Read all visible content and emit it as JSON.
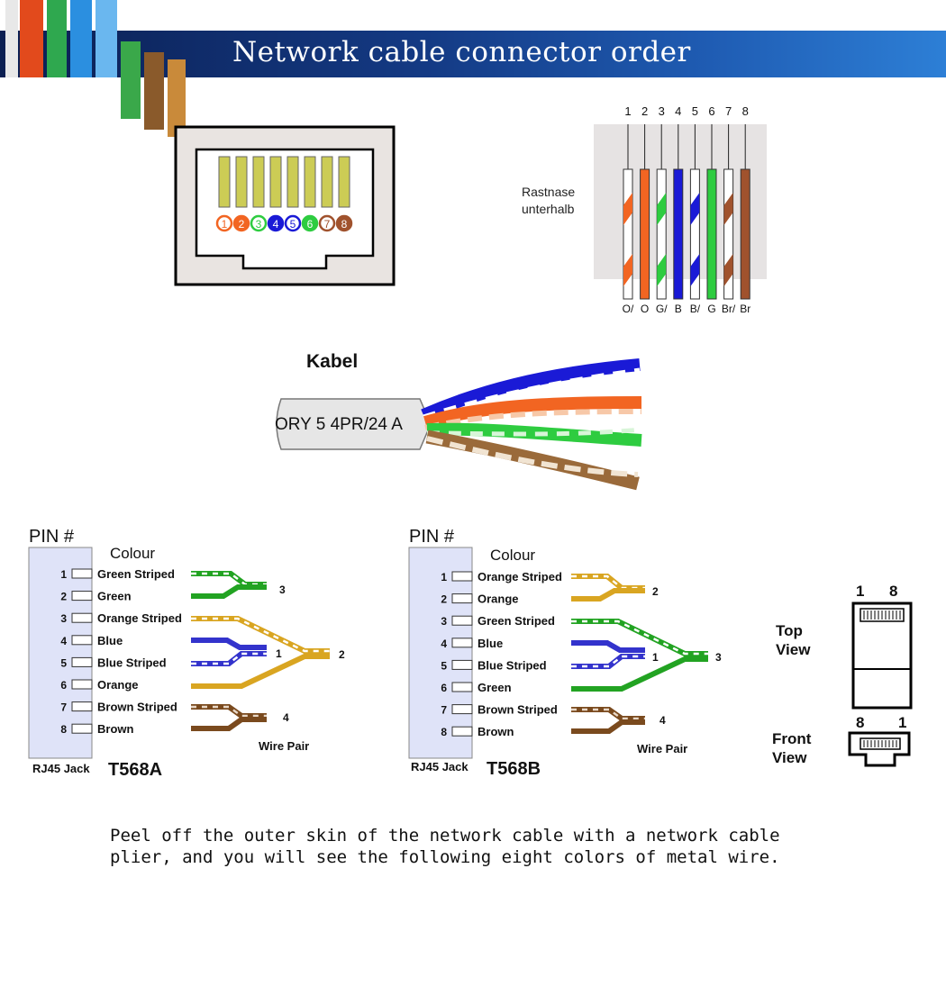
{
  "header": {
    "title": "Network cable connector order"
  },
  "jack_front": {
    "pins": [
      "1",
      "2",
      "3",
      "4",
      "5",
      "6",
      "7",
      "8"
    ]
  },
  "rastnase": {
    "numbers": [
      "1",
      "2",
      "3",
      "4",
      "5",
      "6",
      "7",
      "8"
    ],
    "label_line1": "Rastnase",
    "label_line2": "unterhalb",
    "wire_codes": [
      "O/",
      "O",
      "G/",
      "B",
      "B/",
      "G",
      "Br/",
      "Br"
    ]
  },
  "cable": {
    "title": "Kabel",
    "print": "ORY 5 4PR/24 A"
  },
  "t568a": {
    "pin_heading": "PIN #",
    "colour_heading": "Colour",
    "pins": [
      {
        "num": "1",
        "label": "Green Striped"
      },
      {
        "num": "2",
        "label": "Green"
      },
      {
        "num": "3",
        "label": "Orange Striped"
      },
      {
        "num": "4",
        "label": "Blue"
      },
      {
        "num": "5",
        "label": "Blue Striped"
      },
      {
        "num": "6",
        "label": "Orange"
      },
      {
        "num": "7",
        "label": "Brown Striped"
      },
      {
        "num": "8",
        "label": "Brown"
      }
    ],
    "pairs": [
      "3",
      "1",
      "2",
      "4"
    ],
    "wire_pair_label": "Wire Pair",
    "jack_label": "RJ45 Jack",
    "standard": "T568A"
  },
  "t568b": {
    "pin_heading": "PIN #",
    "colour_heading": "Colour",
    "pins": [
      {
        "num": "1",
        "label": "Orange Striped"
      },
      {
        "num": "2",
        "label": "Orange"
      },
      {
        "num": "3",
        "label": "Green Striped"
      },
      {
        "num": "4",
        "label": "Blue"
      },
      {
        "num": "5",
        "label": "Blue Striped"
      },
      {
        "num": "6",
        "label": "Green"
      },
      {
        "num": "7",
        "label": "Brown Striped"
      },
      {
        "num": "8",
        "label": "Brown"
      }
    ],
    "pairs": [
      "2",
      "1",
      "3",
      "4"
    ],
    "wire_pair_label": "Wire Pair",
    "jack_label": "RJ45 Jack",
    "standard": "T568B"
  },
  "plug_views": {
    "top_pin_left": "1",
    "top_pin_right": "8",
    "top_label_1": "Top",
    "top_label_2": "View",
    "front_pin_left": "8",
    "front_pin_right": "1",
    "front_label_1": "Front",
    "front_label_2": "View"
  },
  "caption": {
    "line1": "Peel off the outer skin of the network cable with a network cable",
    "line2": "plier, and you will see the following eight colors of metal wire."
  },
  "colors": {
    "banner": "#143a84",
    "orange": "#f26522",
    "green": "#2ecc40",
    "blue": "#1a1ad6",
    "brown": "#a0522d",
    "pin_yellow": "#cccc55",
    "panel_blue": "#dfe3f8",
    "gold": "#d9a521",
    "dark_green": "#22a322",
    "pair_blue": "#3333cc",
    "pair_brown": "#7a4a1e"
  }
}
